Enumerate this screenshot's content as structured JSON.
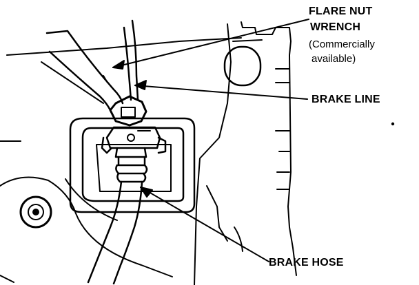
{
  "labels": {
    "flare_nut_wrench_line1": "FLARE NUT",
    "flare_nut_wrench_line2": "WRENCH",
    "commercially_line1": "(Commercially",
    "commercially_line2": "available)",
    "brake_line": "BRAKE LINE",
    "brake_hose": "BRAKE HOSE"
  },
  "colors": {
    "ink": "#000000",
    "paper": "#ffffff"
  }
}
